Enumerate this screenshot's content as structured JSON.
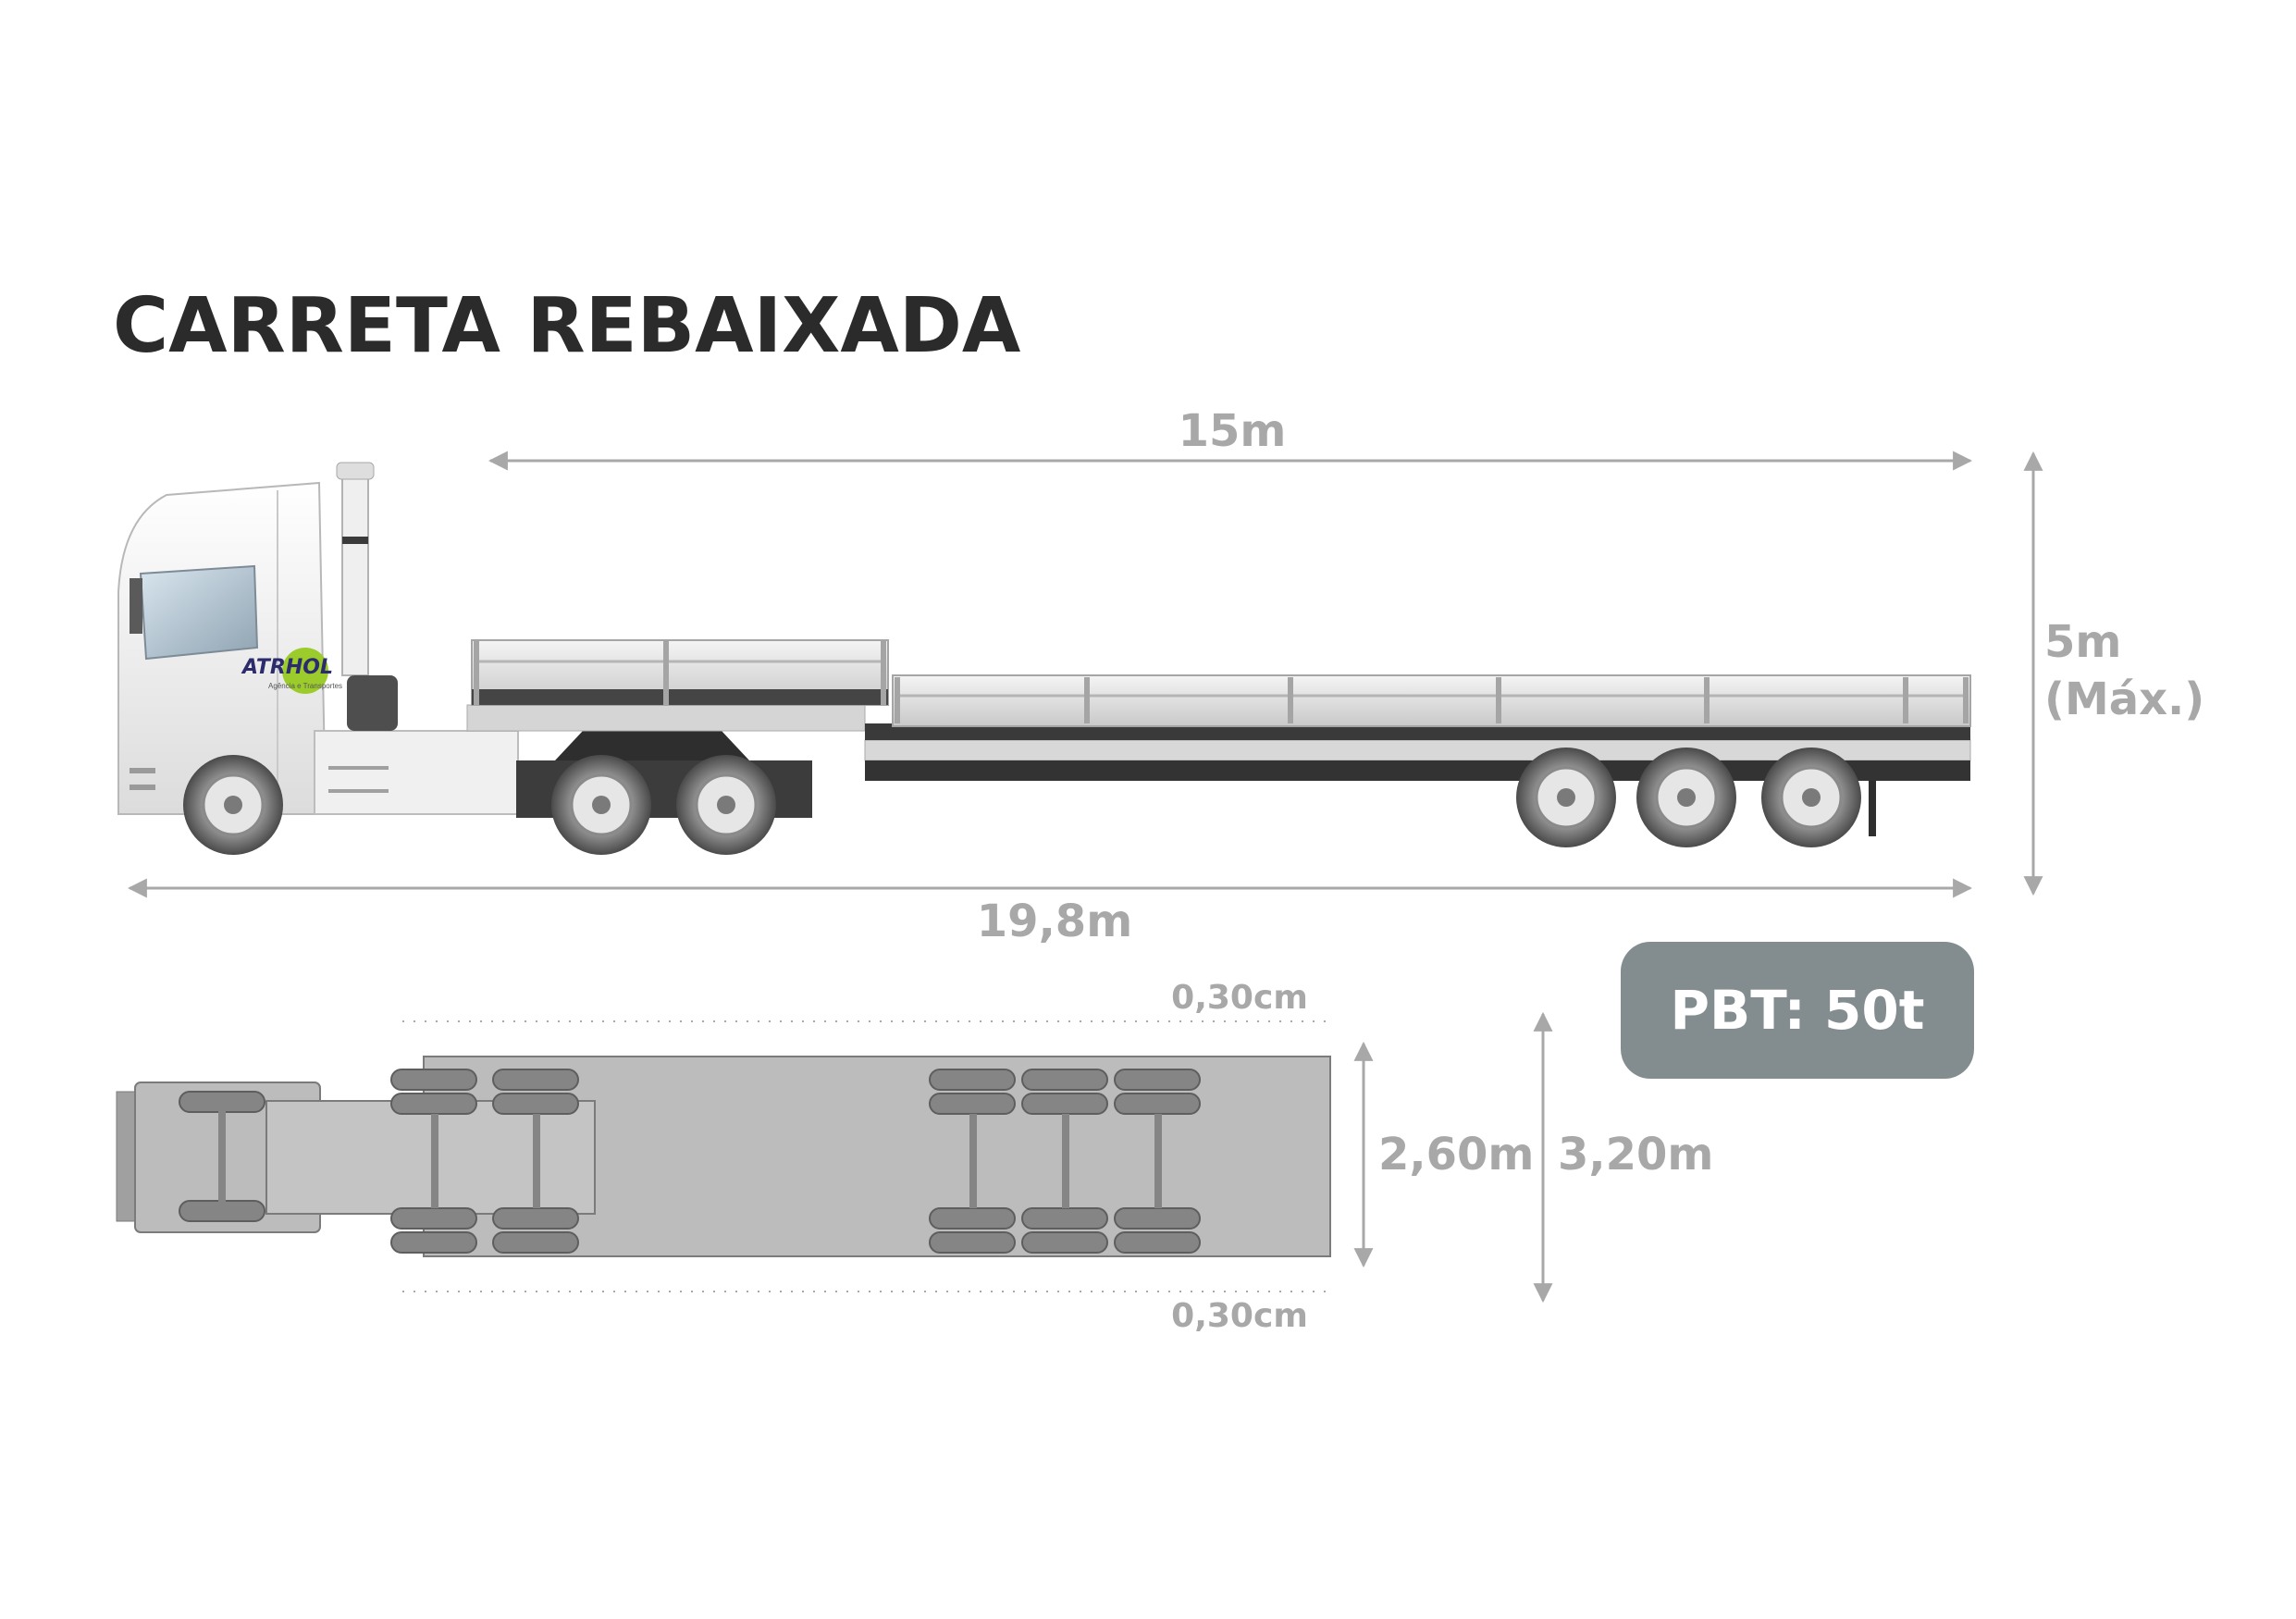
{
  "title": "CARRETA REBAIXADA",
  "dimensions": {
    "load_length": "15m",
    "total_length": "19,8m",
    "height_value": "5m",
    "height_note": "(Máx.)",
    "width_vehicle": "2,60m",
    "width_total": "3,20m",
    "margin_top": "0,30cm",
    "margin_bottom": "0,30cm"
  },
  "pbt": "PBT: 50t",
  "logo": {
    "name": "ATRHOL",
    "tagline": "Agência e Transportes"
  },
  "colors": {
    "title": "#2b2b2b",
    "dimension_text": "#a8a8a8",
    "badge": "#838d90",
    "truck_body": "#f2f2f2",
    "chassis": "#3a3a3a",
    "top_view": "#bcbcbc"
  }
}
